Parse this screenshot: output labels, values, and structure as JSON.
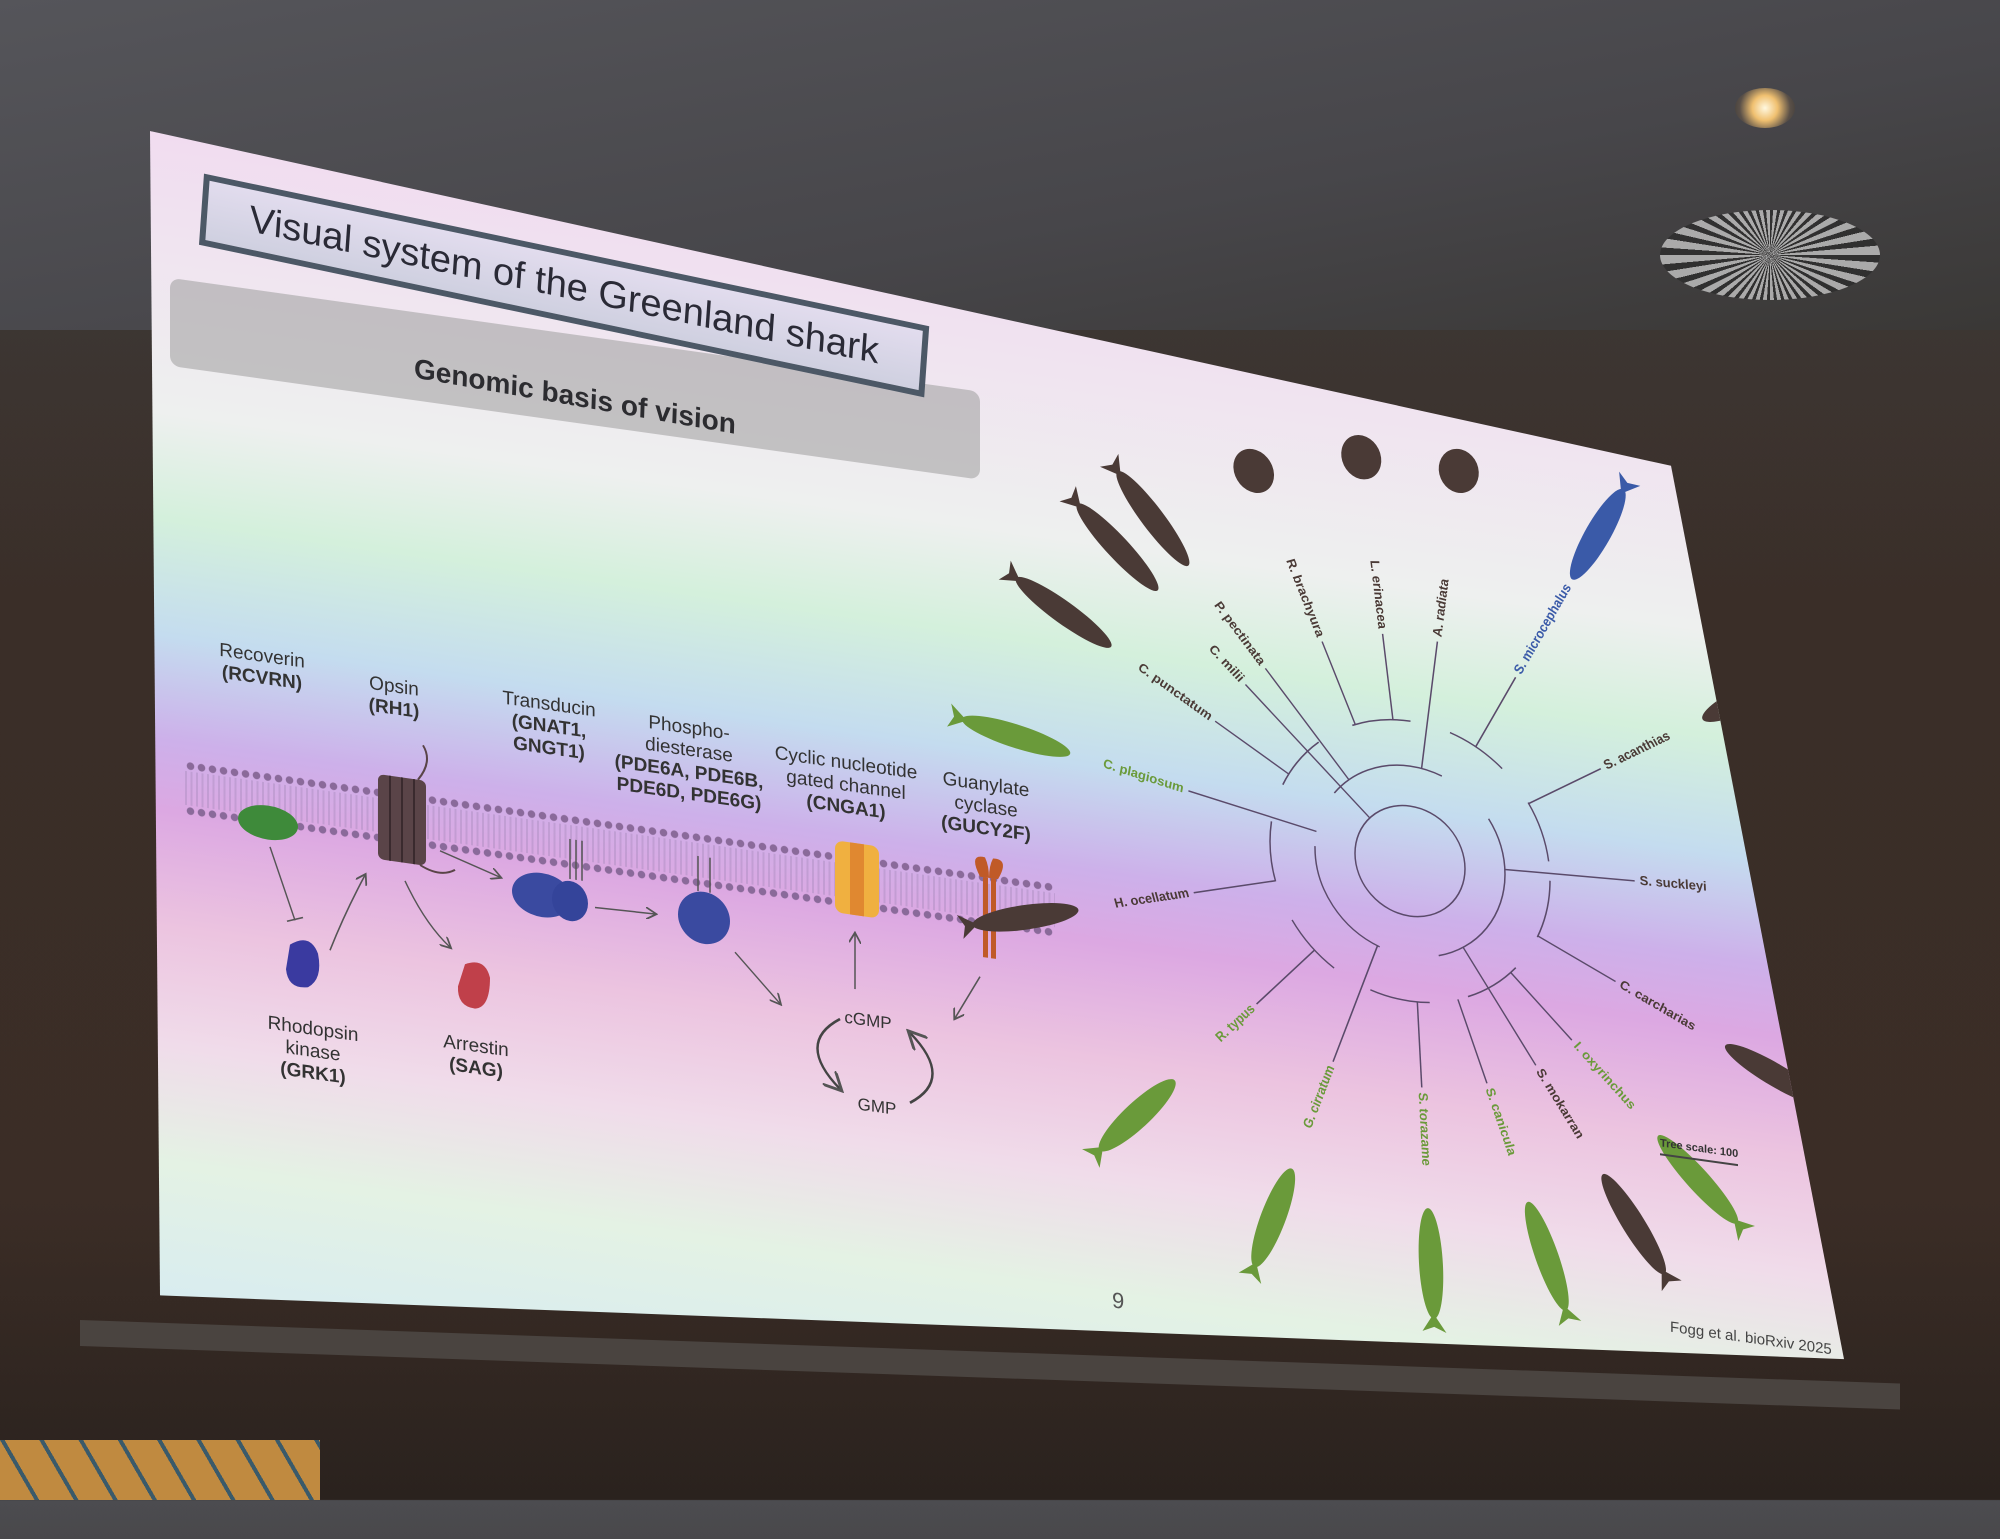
{
  "slide": {
    "title": "Visual system of the Greenland shark",
    "subtitle": "Genomic basis of vision",
    "page_number": "9",
    "citation": "Fogg et al. bioRxiv 2025"
  },
  "pathway": {
    "proteins": [
      {
        "name": "Recoverin",
        "gene": "(RCVRN)",
        "color": "#3e8a3a"
      },
      {
        "name": "Opsin",
        "gene": "(RH1)",
        "color": "#5a4448"
      },
      {
        "name": "Transducin",
        "gene": "(GNAT1,",
        "gene2": "GNGT1)",
        "color": "#3a4aa0"
      },
      {
        "name": "Phospho-",
        "name2": "diesterase",
        "gene": "(PDE6A, PDE6B,",
        "gene2": "PDE6D, PDE6G)",
        "color": "#3a4aa0"
      },
      {
        "name": "Cyclic nucleotide",
        "name2": "gated channel",
        "gene": "(CNGA1)",
        "color": "#f0b040"
      },
      {
        "name": "Guanylate",
        "name2": "cyclase",
        "gene": "(GUCY2F)",
        "color": "#c05a28"
      }
    ],
    "cytosolic": [
      {
        "name": "Rhodopsin",
        "name2": "kinase",
        "gene": "(GRK1)",
        "color": "#3a3aa0"
      },
      {
        "name": "Arrestin",
        "gene": "(SAG)",
        "color": "#c0404a"
      }
    ],
    "cycle": {
      "top": "cGMP",
      "bottom": "GMP"
    }
  },
  "tree": {
    "scale_label": "Tree scale: 100",
    "colors": {
      "default": "#4a3a36",
      "highlight_green": "#6a9a3a",
      "focal_blue": "#3a5aa8"
    },
    "species": [
      {
        "name": "P. pectinata",
        "group": "default"
      },
      {
        "name": "R. brachyura",
        "group": "default"
      },
      {
        "name": "L. erinacea",
        "group": "default"
      },
      {
        "name": "A. radiata",
        "group": "default"
      },
      {
        "name": "S. microcephalus",
        "group": "focal_blue"
      },
      {
        "name": "S. acanthias",
        "group": "default"
      },
      {
        "name": "S. suckleyi",
        "group": "default"
      },
      {
        "name": "C. carcharias",
        "group": "default"
      },
      {
        "name": "I. oxyrinchus",
        "group": "highlight_green"
      },
      {
        "name": "S. mokarran",
        "group": "default"
      },
      {
        "name": "S. canicula",
        "group": "highlight_green"
      },
      {
        "name": "S. torazame",
        "group": "highlight_green"
      },
      {
        "name": "G. cirratum",
        "group": "highlight_green"
      },
      {
        "name": "R. typus",
        "group": "highlight_green"
      },
      {
        "name": "H. ocellatum",
        "group": "default"
      },
      {
        "name": "C. plagiosum",
        "group": "highlight_green"
      },
      {
        "name": "C. punctatum",
        "group": "default"
      },
      {
        "name": "C. milii",
        "group": "default"
      }
    ]
  }
}
